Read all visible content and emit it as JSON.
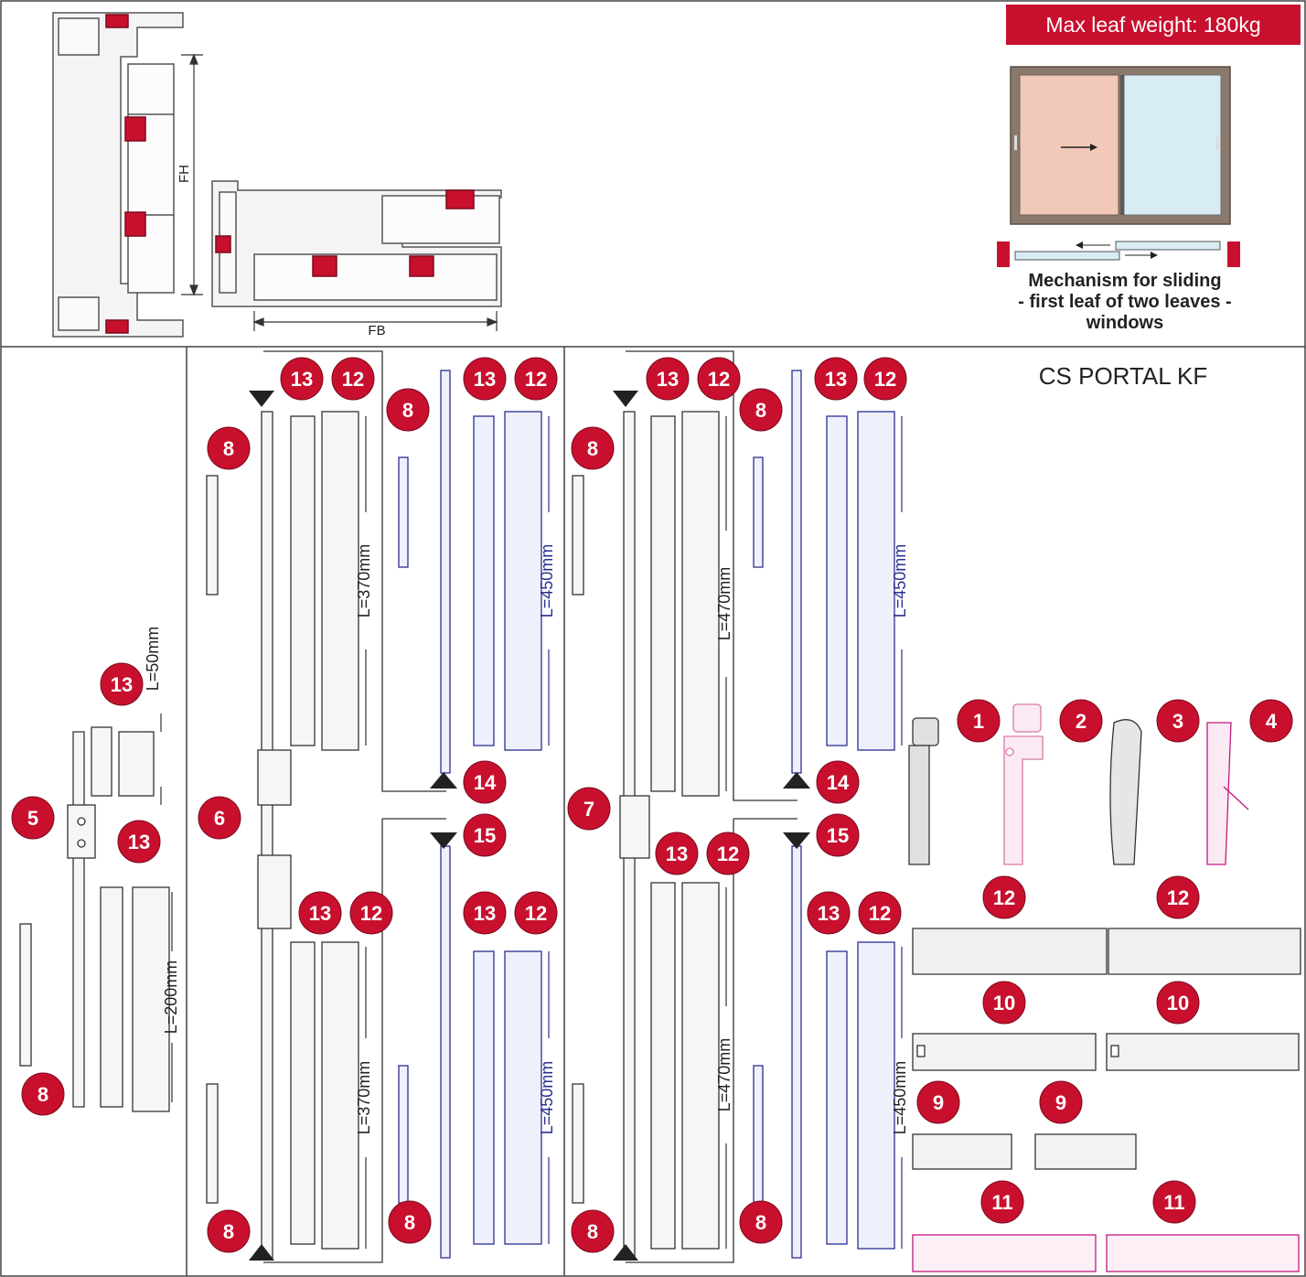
{
  "header": {
    "max_leaf_weight": "Max leaf weight: 180kg",
    "mechanism_lines": [
      "Mechanism for sliding",
      "- first leaf of two leaves -",
      "windows"
    ]
  },
  "system_name": "CS PORTAL KF",
  "dimensions": {
    "fh": "FH",
    "fb": "FB"
  },
  "lengths": {
    "l50": "L=50mm",
    "l200": "L=200mm",
    "l370": "L=370mm",
    "l450": "L=450mm",
    "l470": "L=470mm"
  },
  "part_numbers": [
    "1",
    "2",
    "3",
    "4",
    "5",
    "6",
    "7",
    "8",
    "9",
    "10",
    "11",
    "12",
    "13",
    "14",
    "15"
  ],
  "colors": {
    "badge": "#c8102e",
    "line": "#333333",
    "blue_part": "#2b2f8f",
    "magenta_part": "#c2187f",
    "pink_part": "#d67aa8",
    "glass": "#d8ecf4",
    "sash_tint": "#f2c9b8"
  }
}
